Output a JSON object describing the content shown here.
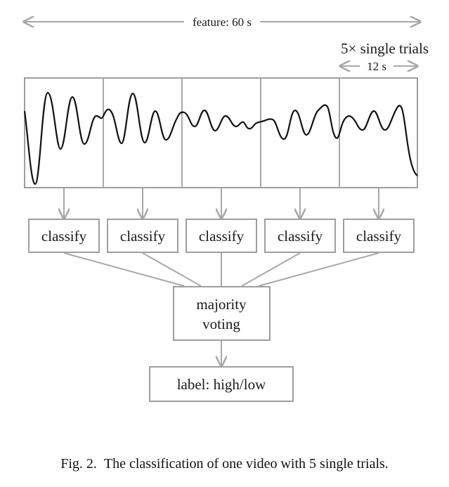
{
  "diagram": {
    "feature_label": "feature: 60 s",
    "trials_label": "5× single trials",
    "trial_duration_label": "12 s",
    "classify_label": "classify",
    "trial_count": 5,
    "majority_line1": "majority",
    "majority_line2": "voting",
    "output_label": "label: high/low"
  },
  "caption": {
    "fig": "Fig. 2.",
    "text": "The classification of one video with 5 single trials."
  },
  "colors": {
    "gray": "#9e9e9e",
    "line": "#111111"
  }
}
